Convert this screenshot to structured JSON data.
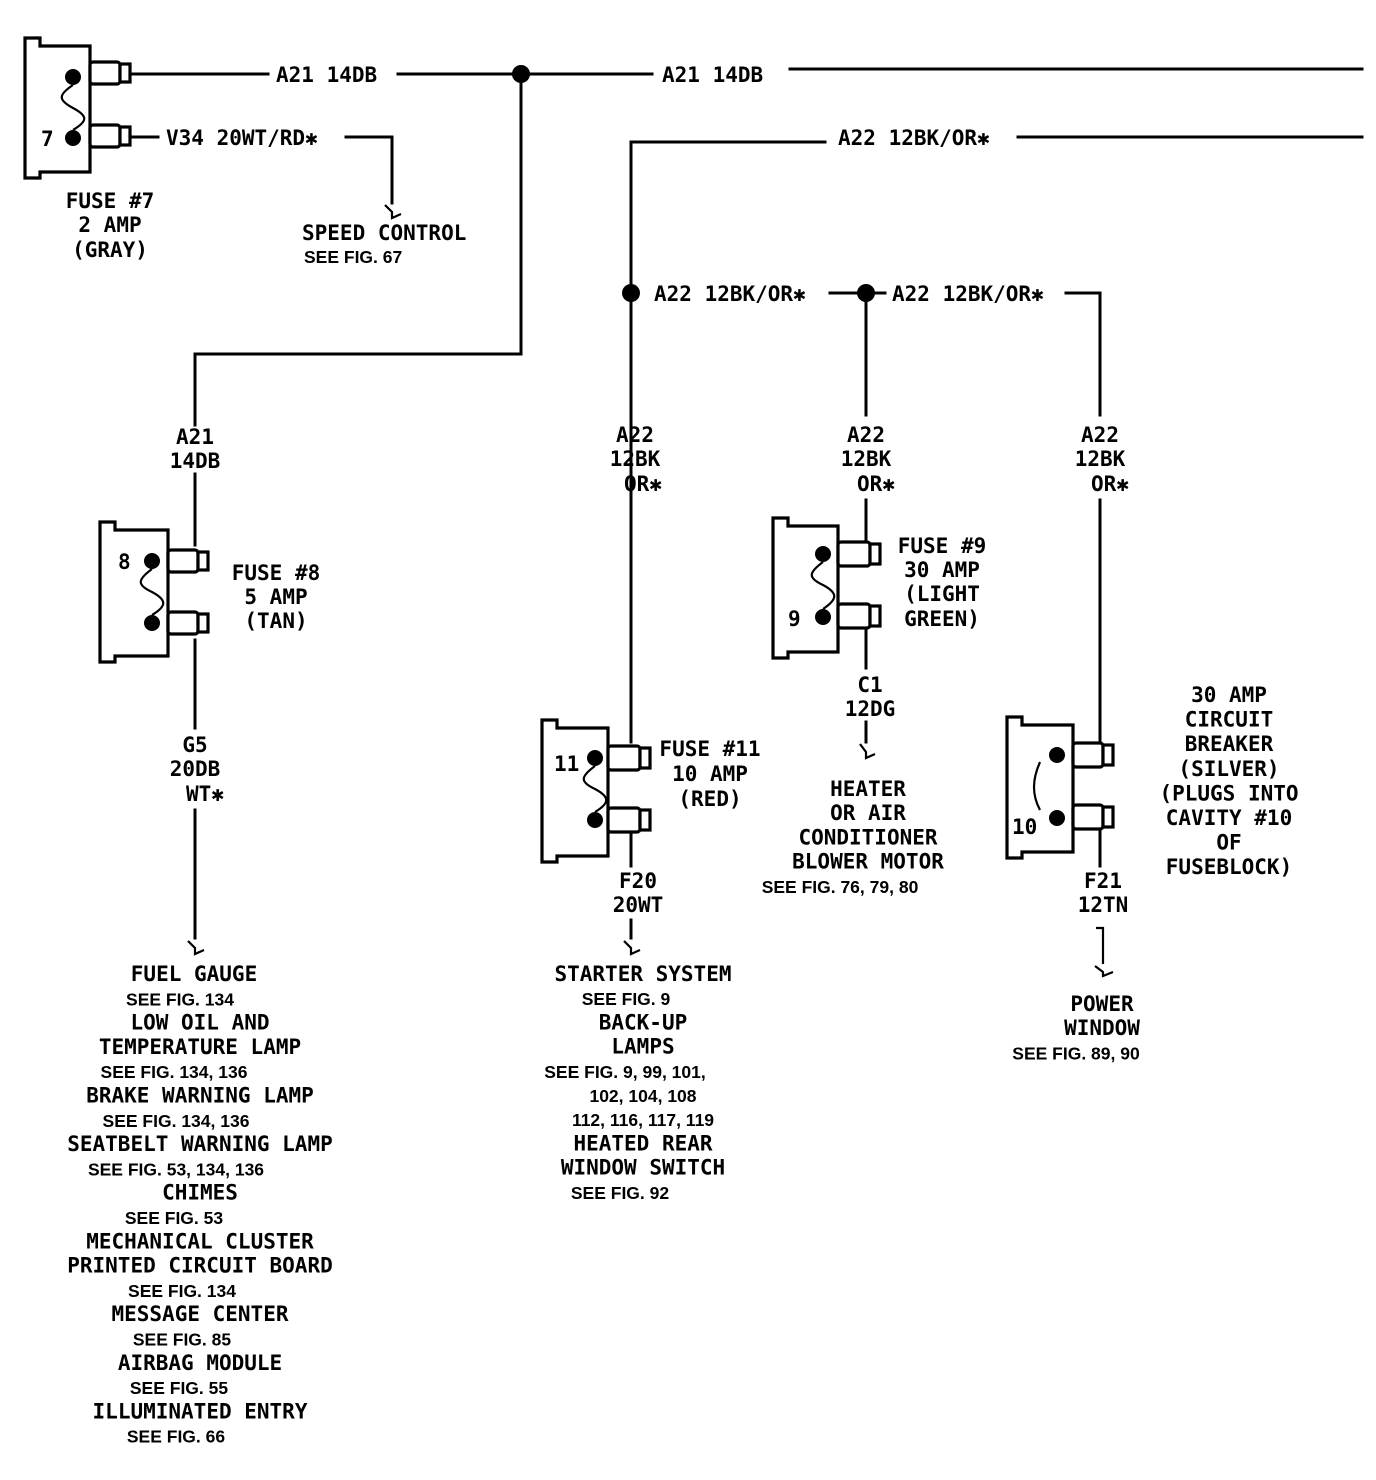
{
  "wires": {
    "a21_top_left": "A21 14DB",
    "a21_top_right": "A21 14DB",
    "v34": "V34 20WT/RD✱",
    "a22_top": "A22 12BK/OR✱",
    "a22_mid_left": "A22 12BK/OR✱",
    "a22_mid_right": "A22 12BK/OR✱",
    "a21_drop": [
      "A21",
      "14DB"
    ],
    "g5": [
      "G5",
      "20DB",
      "WT✱"
    ],
    "a22_fuse11": [
      "A22",
      "12BK",
      "OR✱"
    ],
    "f20": [
      "F20",
      "20WT"
    ],
    "a22_fuse9": [
      "A22",
      "12BK",
      "OR✱"
    ],
    "c1": [
      "C1",
      "12DG"
    ],
    "a22_breaker": [
      "A22",
      "12BK",
      "OR✱"
    ],
    "f21": [
      "F21",
      "12TN"
    ]
  },
  "fuses": {
    "fuse7": {
      "cavity": "7",
      "label": [
        "FUSE #7",
        "2 AMP",
        "(GRAY)"
      ]
    },
    "fuse8": {
      "cavity": "8",
      "label": [
        "FUSE #8",
        "5 AMP",
        "(TAN)"
      ]
    },
    "fuse11": {
      "cavity": "11",
      "label": [
        "FUSE #11",
        "10 AMP",
        "(RED)"
      ]
    },
    "fuse9": {
      "cavity": "9",
      "label": [
        "FUSE #9",
        "30 AMP",
        "(LIGHT",
        "GREEN)"
      ]
    },
    "breaker": {
      "cavity": "10",
      "label": [
        "30 AMP",
        "CIRCUIT",
        "BREAKER",
        "(SILVER)",
        "(PLUGS INTO",
        "CAVITY #10",
        "OF",
        "FUSEBLOCK)"
      ]
    }
  },
  "destinations": {
    "speed_control": {
      "name": "SPEED CONTROL",
      "ref": "SEE FIG. 67"
    },
    "fuse8_list": [
      {
        "kind": "name",
        "text": "FUEL GAUGE"
      },
      {
        "kind": "ref",
        "text": "SEE FIG. 134"
      },
      {
        "kind": "name",
        "text": "LOW OIL AND"
      },
      {
        "kind": "name",
        "text": "TEMPERATURE LAMP"
      },
      {
        "kind": "ref",
        "text": "SEE FIG. 134, 136"
      },
      {
        "kind": "name",
        "text": "BRAKE WARNING LAMP"
      },
      {
        "kind": "ref",
        "text": "SEE FIG. 134, 136"
      },
      {
        "kind": "name",
        "text": "SEATBELT WARNING LAMP"
      },
      {
        "kind": "ref",
        "text": "SEE FIG. 53, 134, 136"
      },
      {
        "kind": "name",
        "text": "CHIMES"
      },
      {
        "kind": "ref",
        "text": "SEE FIG. 53"
      },
      {
        "kind": "name",
        "text": "MECHANICAL CLUSTER"
      },
      {
        "kind": "name",
        "text": "PRINTED CIRCUIT BOARD"
      },
      {
        "kind": "ref",
        "text": "SEE FIG. 134"
      },
      {
        "kind": "name",
        "text": "MESSAGE CENTER"
      },
      {
        "kind": "ref",
        "text": "SEE FIG. 85"
      },
      {
        "kind": "name",
        "text": "AIRBAG MODULE"
      },
      {
        "kind": "ref",
        "text": "SEE FIG. 55"
      },
      {
        "kind": "name",
        "text": "ILLUMINATED ENTRY"
      },
      {
        "kind": "ref",
        "text": "SEE FIG. 66"
      }
    ],
    "fuse11_list": [
      {
        "kind": "name",
        "text": "STARTER SYSTEM"
      },
      {
        "kind": "ref",
        "text": "SEE FIG. 9"
      },
      {
        "kind": "name",
        "text": "BACK-UP"
      },
      {
        "kind": "name",
        "text": "LAMPS"
      },
      {
        "kind": "ref",
        "text": "SEE FIG. 9, 99, 101,"
      },
      {
        "kind": "ref",
        "text": "102, 104, 108"
      },
      {
        "kind": "ref",
        "text": "112, 116, 117, 119"
      },
      {
        "kind": "name",
        "text": "HEATED REAR"
      },
      {
        "kind": "name",
        "text": "WINDOW SWITCH"
      },
      {
        "kind": "ref",
        "text": "SEE FIG. 92"
      }
    ],
    "fuse9_list": [
      {
        "kind": "name",
        "text": "HEATER"
      },
      {
        "kind": "name",
        "text": "OR AIR"
      },
      {
        "kind": "name",
        "text": "CONDITIONER"
      },
      {
        "kind": "name",
        "text": "BLOWER MOTOR"
      },
      {
        "kind": "ref",
        "text": "SEE FIG. 76, 79, 80"
      }
    ],
    "breaker_list": [
      {
        "kind": "name",
        "text": "POWER"
      },
      {
        "kind": "name",
        "text": "WINDOW"
      },
      {
        "kind": "ref",
        "text": "SEE FIG. 89, 90"
      }
    ]
  }
}
